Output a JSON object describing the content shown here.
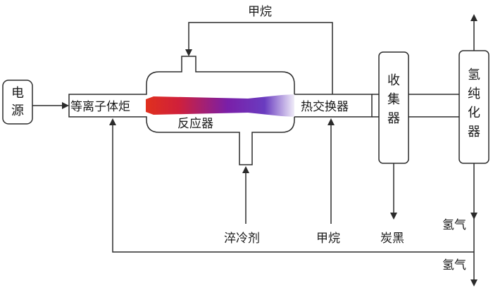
{
  "labels": {
    "power": "电源",
    "torch": "等离子体炬",
    "reactor": "反应器",
    "heat_exchanger": "热交换器",
    "collector": "收集器",
    "h2_purifier": "氢纯化器",
    "methane_top": "甲烷",
    "methane_bottom": "甲烷",
    "quench": "淬冷剂",
    "carbon_black": "炭黑",
    "hydrogen_mid": "氢气",
    "hydrogen_bottom": "氢气"
  },
  "colors": {
    "line": "#2b2b2b",
    "flame_start": "#e0301e",
    "flame_mid": "#7a1fa8",
    "flame_end": "#f0ecf8"
  }
}
